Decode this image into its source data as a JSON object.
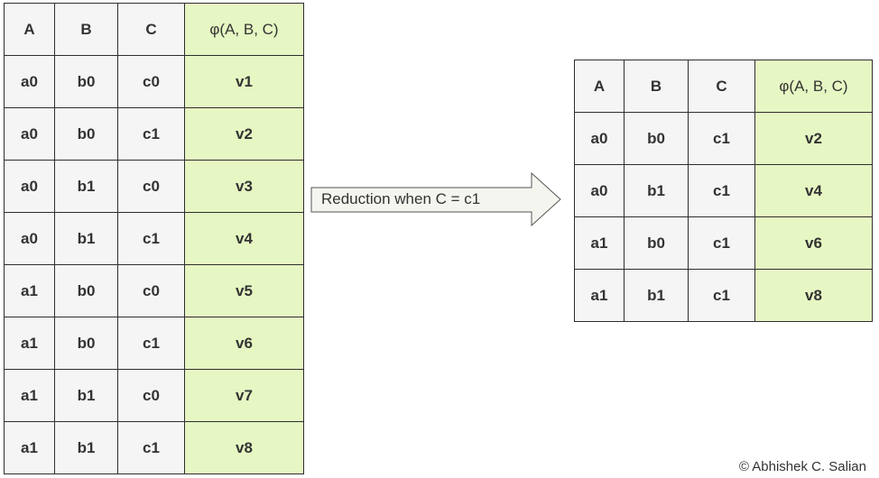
{
  "left_table": {
    "headers": [
      "A",
      "B",
      "C",
      "φ(A, B, C)"
    ],
    "rows": [
      [
        "a0",
        "b0",
        "c0",
        "v1"
      ],
      [
        "a0",
        "b0",
        "c1",
        "v2"
      ],
      [
        "a0",
        "b1",
        "c0",
        "v3"
      ],
      [
        "a0",
        "b1",
        "c1",
        "v4"
      ],
      [
        "a1",
        "b0",
        "c0",
        "v5"
      ],
      [
        "a1",
        "b0",
        "c1",
        "v6"
      ],
      [
        "a1",
        "b1",
        "c0",
        "v7"
      ],
      [
        "a1",
        "b1",
        "c1",
        "v8"
      ]
    ]
  },
  "arrow": {
    "label": "Reduction when C = c1"
  },
  "right_table": {
    "headers": [
      "A",
      "B",
      "C",
      "φ(A, B, C)"
    ],
    "rows": [
      [
        "a0",
        "b0",
        "c1",
        "v2"
      ],
      [
        "a0",
        "b1",
        "c1",
        "v4"
      ],
      [
        "a1",
        "b0",
        "c1",
        "v6"
      ],
      [
        "a1",
        "b1",
        "c1",
        "v8"
      ]
    ]
  },
  "credit": "© Abhishek C. Salian",
  "colors": {
    "key_cell": "#f5f5f5",
    "value_cell": "#e6f7c3",
    "border": "#2e2e2e",
    "arrow_fill": "#f4f5ee"
  }
}
